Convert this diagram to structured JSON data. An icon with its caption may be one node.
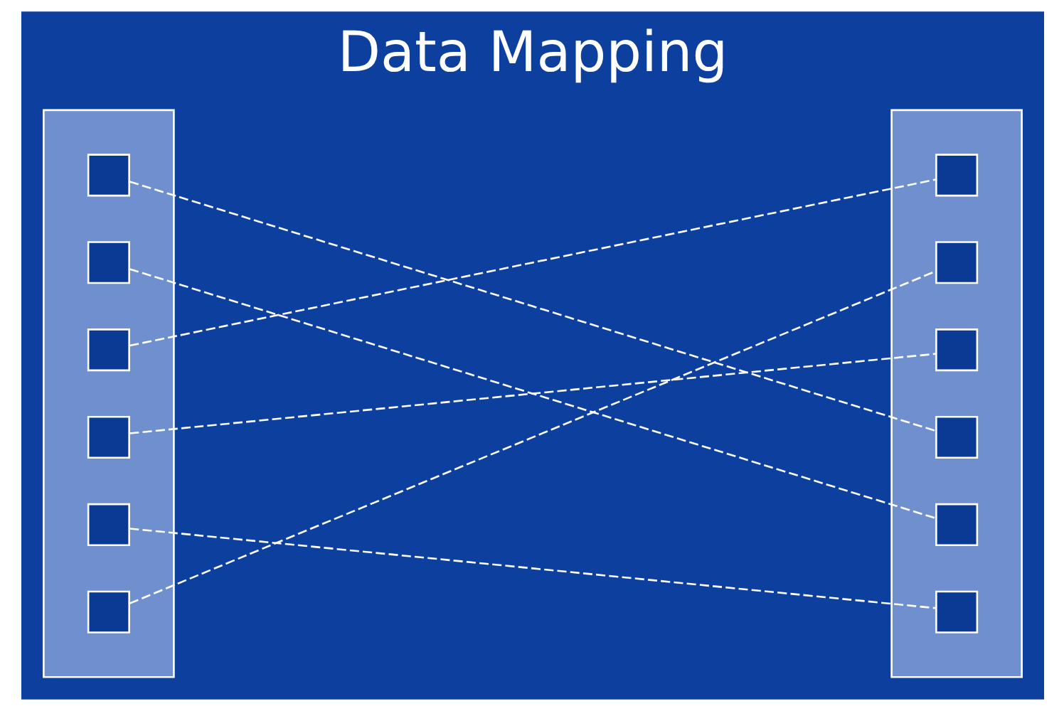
{
  "diagram": {
    "title": "Data Mapping",
    "nodes": [
      {
        "text": [],
        "shape": "box"
      },
      {
        "text": [],
        "shape": "box",
        "in": 0
      },
      {
        "text": [],
        "shape": "box",
        "in": 0
      },
      {
        "text": [],
        "shape": "box",
        "in": 0
      },
      {
        "text": [],
        "shape": "box",
        "in": 0
      },
      {
        "text": [],
        "shape": "box",
        "in": 0
      },
      {
        "text": [],
        "shape": "box",
        "in": 0
      },
      {
        "text": [],
        "shape": "box"
      },
      {
        "text": [],
        "shape": "box",
        "in": 7
      },
      {
        "text": [],
        "shape": "box",
        "in": 7
      },
      {
        "text": [],
        "shape": "box",
        "in": 7
      },
      {
        "text": [],
        "shape": "box",
        "in": 7
      },
      {
        "text": [],
        "shape": "box",
        "in": 7
      },
      {
        "text": [],
        "shape": "box",
        "in": 7
      }
    ],
    "edges": [
      {
        "from": 1,
        "to": 11,
        "arrow": "none",
        "style": "dashed"
      },
      {
        "from": 2,
        "to": 12,
        "arrow": "none",
        "style": "dashed"
      },
      {
        "from": 3,
        "to": 8,
        "arrow": "none",
        "style": "dashed"
      },
      {
        "from": 4,
        "to": 10,
        "arrow": "none",
        "style": "dashed"
      },
      {
        "from": 5,
        "to": 13,
        "arrow": "none",
        "style": "dashed"
      },
      {
        "from": 6,
        "to": 9,
        "arrow": "none",
        "style": "dashed"
      }
    ]
  }
}
